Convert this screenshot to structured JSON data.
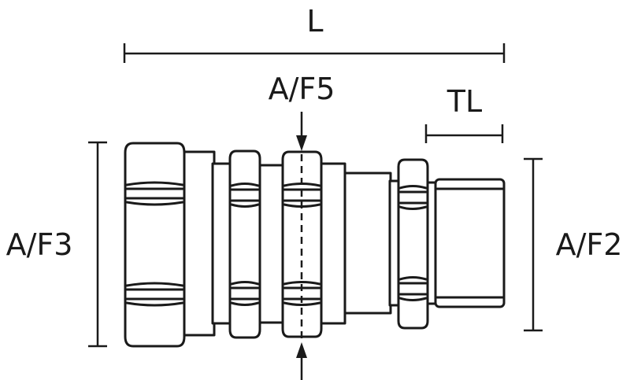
{
  "labels": {
    "length": "L",
    "thread_length": "TL",
    "across_flats_3": "A/F3",
    "across_flats_2": "A/F2",
    "across_flats_5": "A/F5"
  },
  "colors": {
    "line": "#1a1a1a",
    "background": "#ffffff"
  }
}
